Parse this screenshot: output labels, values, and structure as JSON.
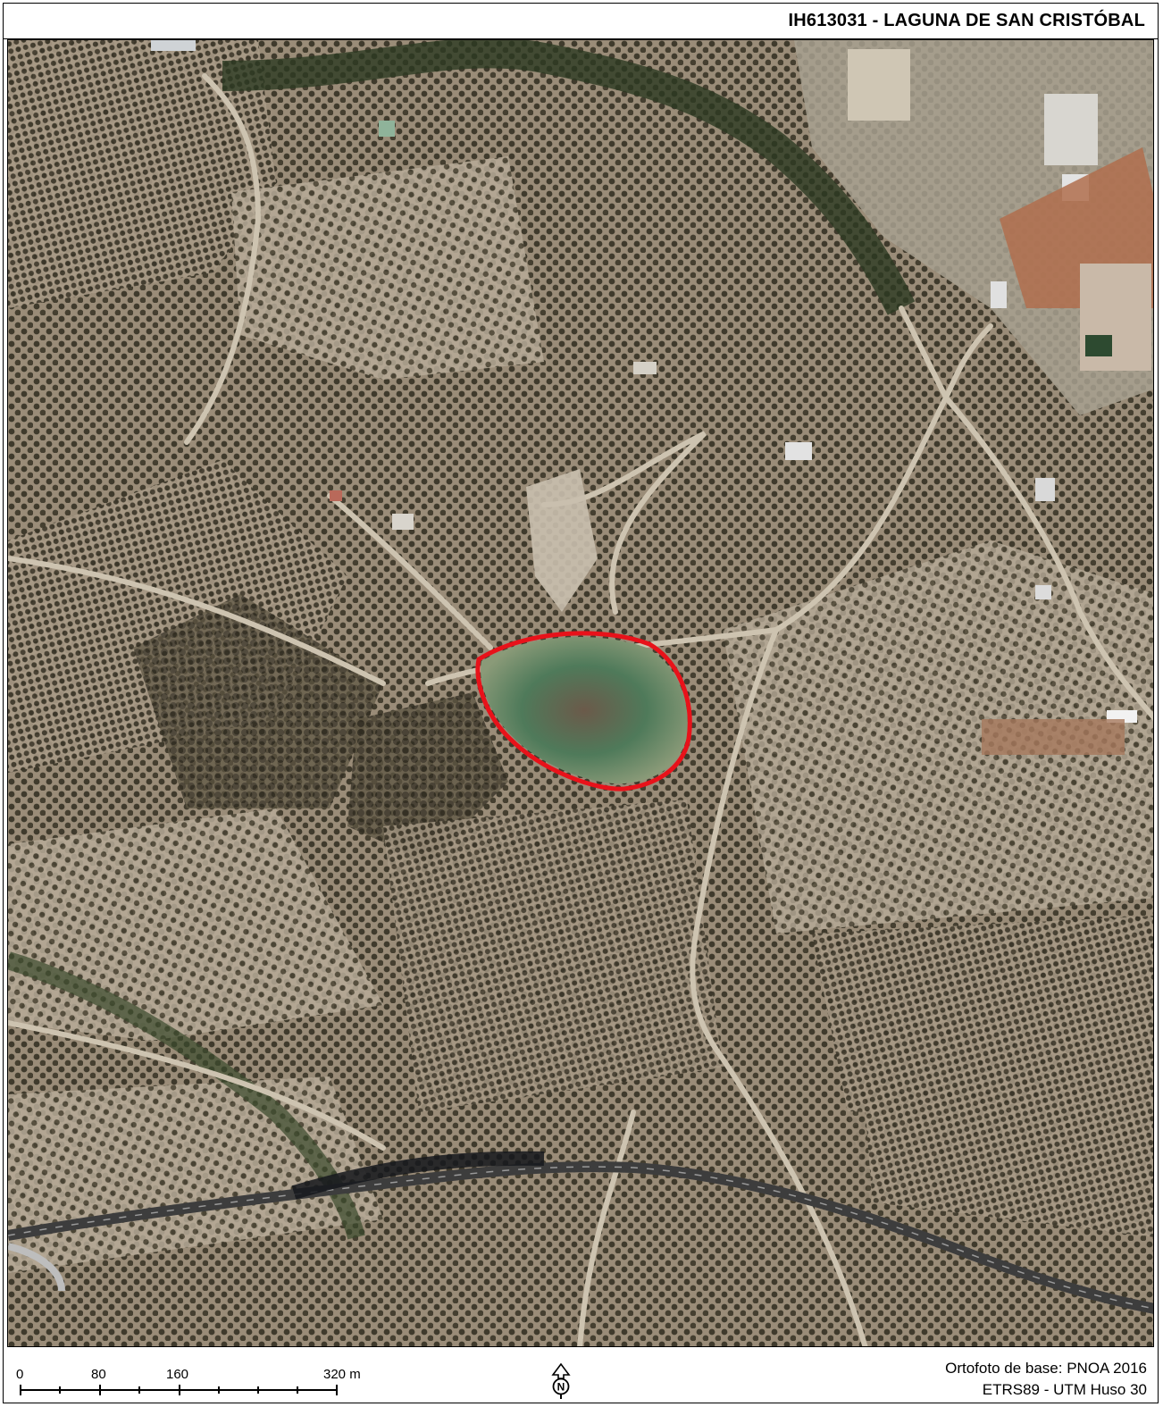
{
  "title": "IH613031 - LAGUNA DE SAN CRISTÓBAL",
  "scale": {
    "ticks": [
      "0",
      "80",
      "160",
      "320 m"
    ]
  },
  "north_arrow": {
    "letter": "N",
    "icon": "north-arrow-icon"
  },
  "credits": {
    "line1": "Ortofoto de base: PNOA 2016",
    "line2": "ETRS89 - UTM Huso 30"
  },
  "colors": {
    "outline": "#e8121a",
    "terrain": "#8b7e6c",
    "lake": "#4f7a5a"
  }
}
